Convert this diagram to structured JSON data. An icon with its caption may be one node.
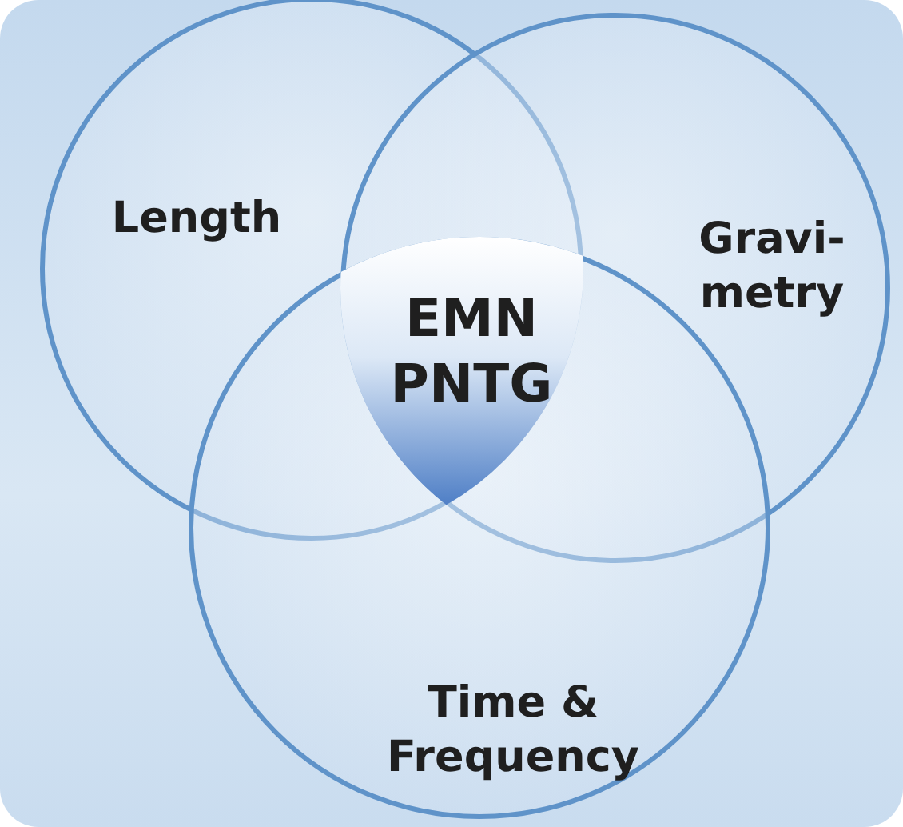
{
  "diagram": {
    "nodes": [
      {
        "text": [
          "Length"
        ]
      },
      {
        "text": [
          "Gravi- metry"
        ]
      },
      {
        "text": [
          "Time & Frequency"
        ]
      },
      {
        "text": [
          "EMN PNTG"
        ]
      }
    ]
  }
}
